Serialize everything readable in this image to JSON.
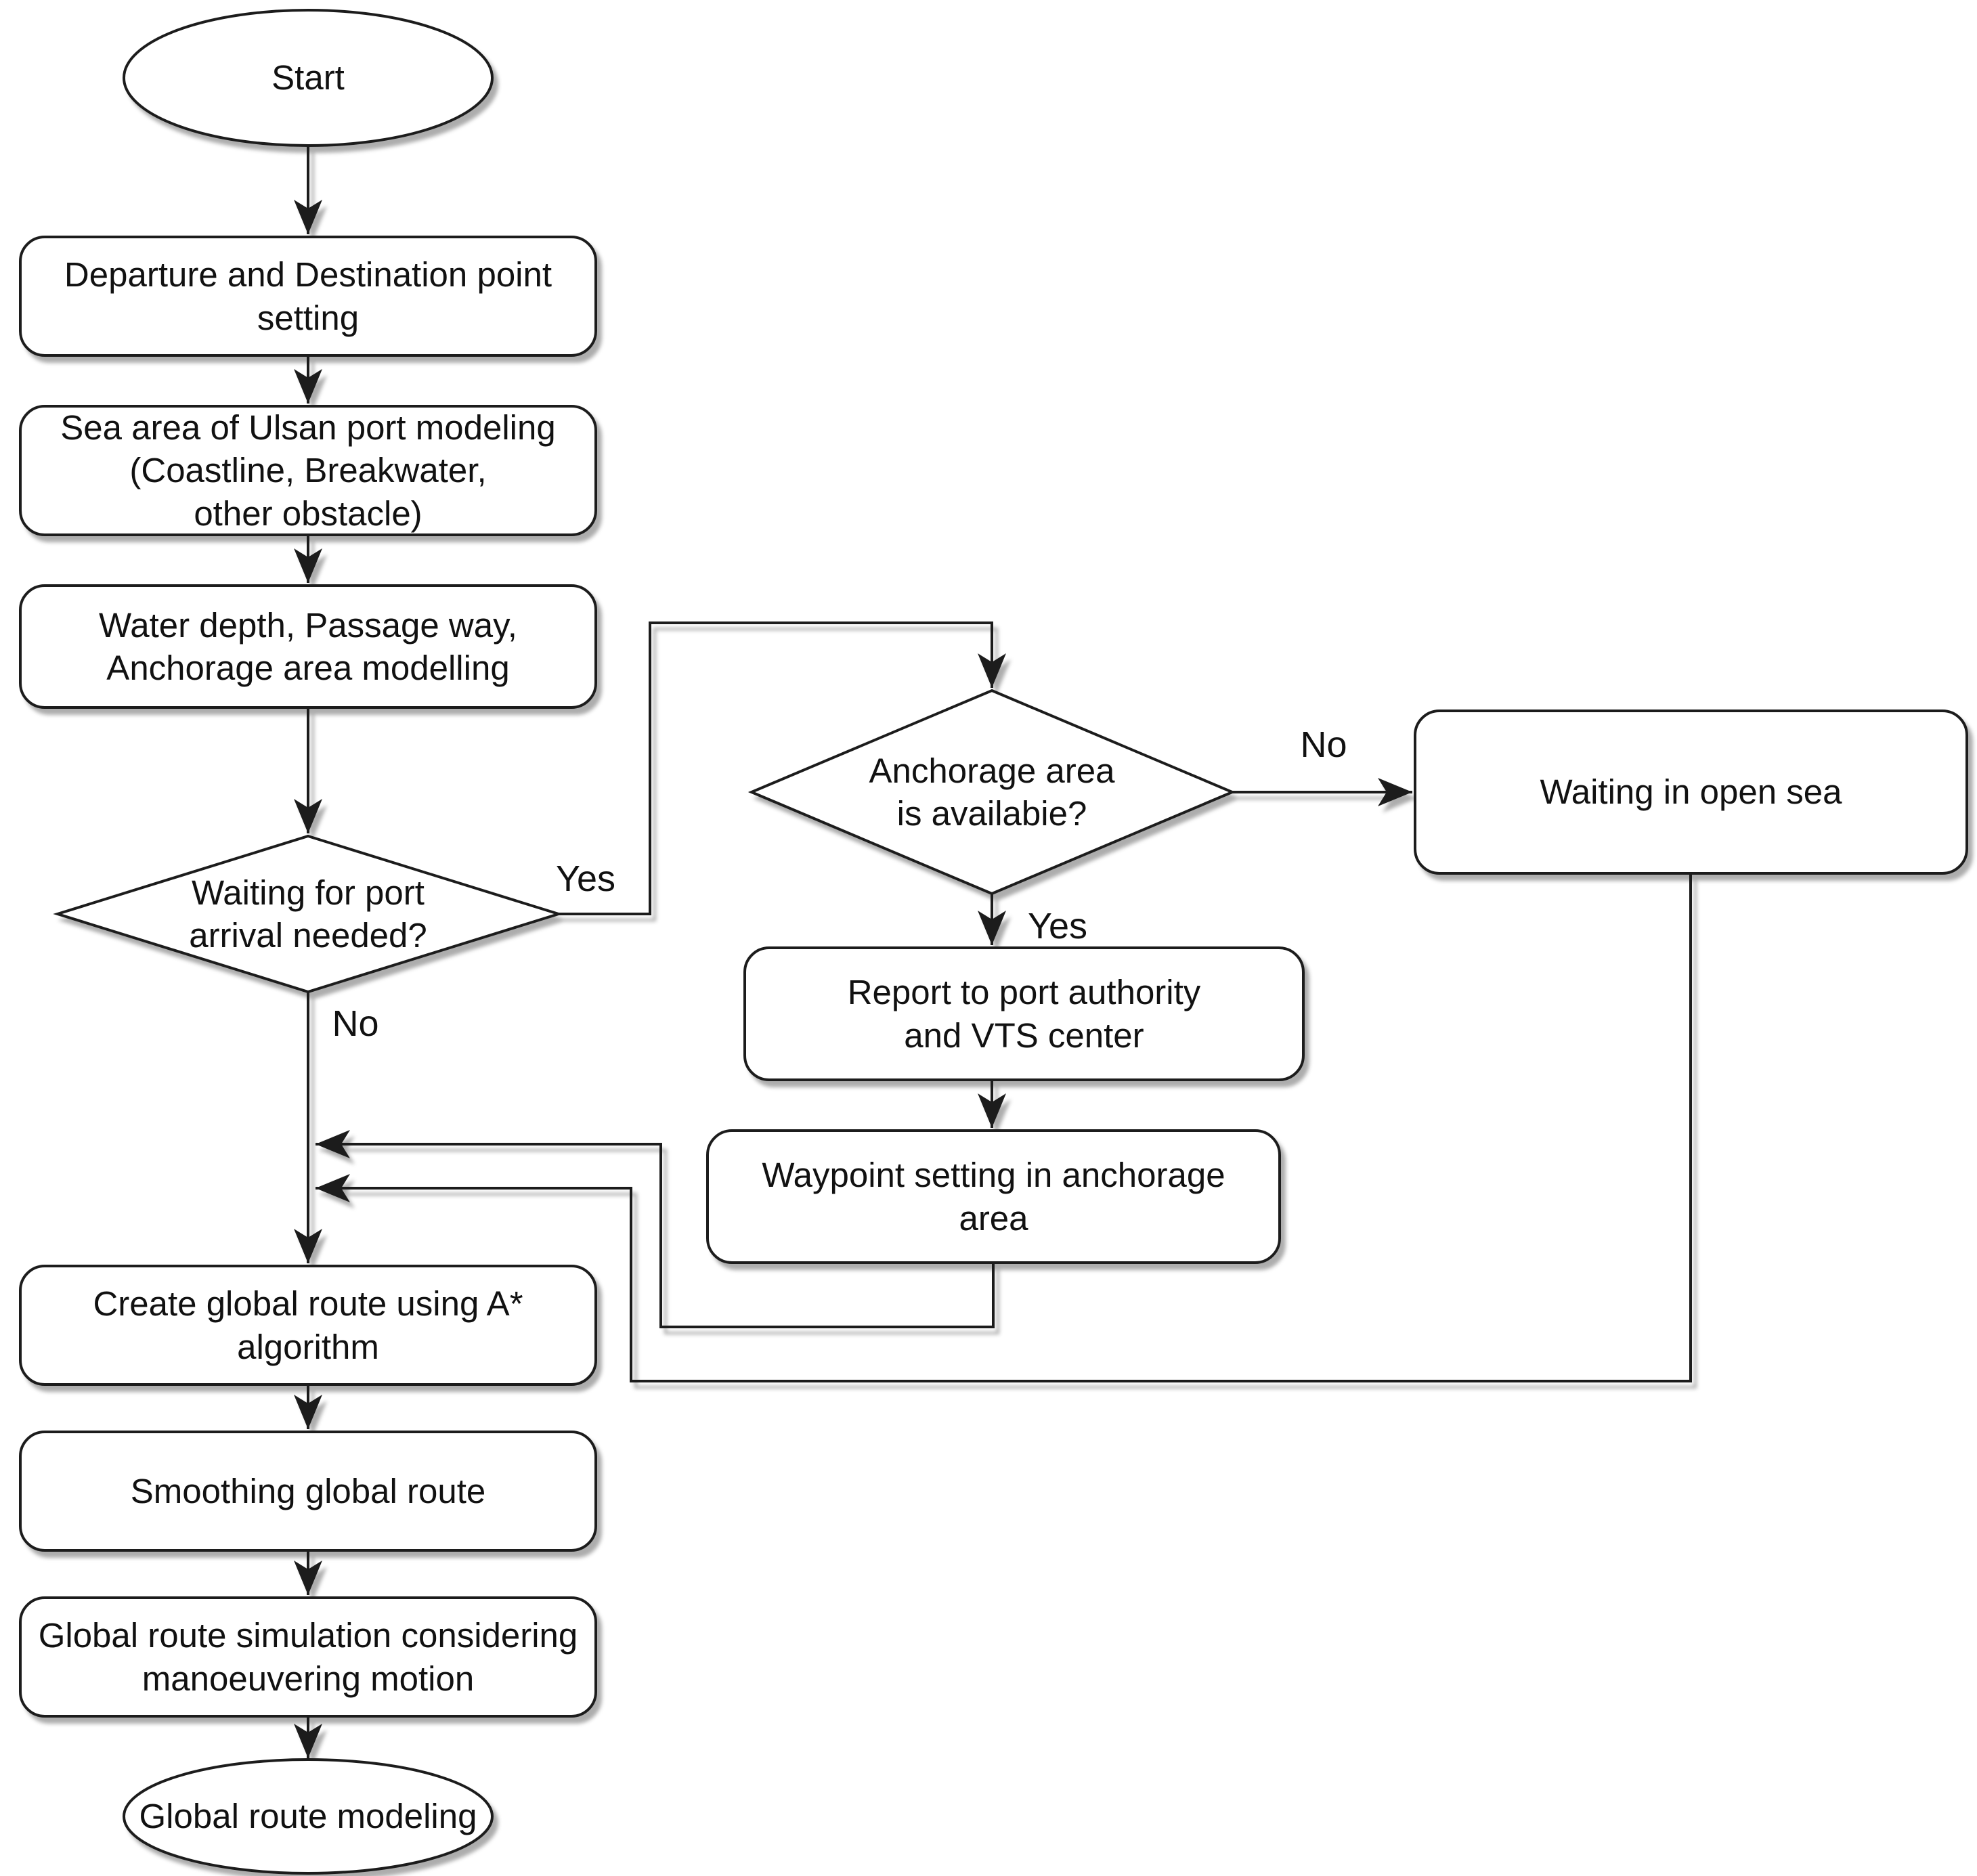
{
  "diagram": {
    "title": "Global route modeling flowchart",
    "colors": {
      "stroke": "#1f1f1f",
      "node_fill": "#ffffff",
      "text": "#111111"
    },
    "nodes": {
      "start": {
        "type": "terminator",
        "label": "Start"
      },
      "departure": {
        "type": "process",
        "label": "Departure and Destination point\nsetting"
      },
      "sea_area": {
        "type": "process",
        "label": "Sea area of Ulsan port modeling\n(Coastline, Breakwater,\nother obstacle)"
      },
      "water_depth": {
        "type": "process",
        "label": "Water depth, Passage way,\nAnchorage area modelling"
      },
      "waiting_needed": {
        "type": "decision",
        "label": "Waiting for port\narrival needed?"
      },
      "anchorage_available": {
        "type": "decision",
        "label": "Anchorage area\nis availabie?"
      },
      "waiting_open_sea": {
        "type": "process",
        "label": "Waiting in open sea"
      },
      "report": {
        "type": "process",
        "label": "Report to port authority\nand VTS center"
      },
      "waypoint": {
        "type": "process",
        "label": "Waypoint setting in anchorage\narea"
      },
      "create_route": {
        "type": "process",
        "label": "Create global route using A*\nalgorithm"
      },
      "smoothing": {
        "type": "process",
        "label": "Smoothing global route"
      },
      "simulation": {
        "type": "process",
        "label": "Global route simulation considering\nmanoeuvering motion"
      },
      "end": {
        "type": "terminator",
        "label": "Global route modeling"
      }
    },
    "edge_labels": {
      "waiting_yes": "Yes",
      "waiting_no": "No",
      "anchorage_yes": "Yes",
      "anchorage_no": "No"
    }
  }
}
